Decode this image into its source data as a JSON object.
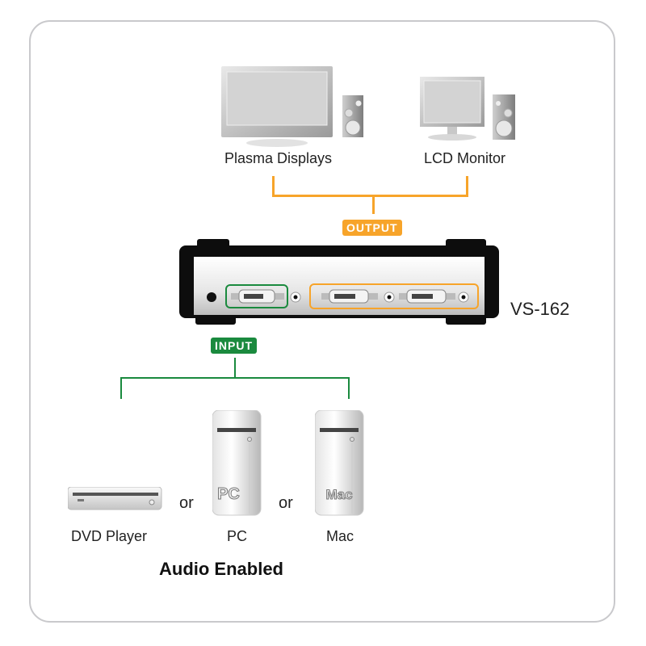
{
  "diagram": {
    "model": "VS-162",
    "outputs": [
      {
        "label": "Plasma Displays",
        "icon": "plasma-display-icon"
      },
      {
        "label": "LCD Monitor",
        "icon": "lcd-monitor-icon"
      }
    ],
    "output_tag": "OUTPUT",
    "input_tag": "INPUT",
    "inputs": [
      {
        "label": "DVD Player",
        "icon": "dvd-player-icon"
      },
      {
        "label": "PC",
        "icon": "pc-tower-icon",
        "badge": "PC"
      },
      {
        "label": "Mac",
        "icon": "mac-tower-icon",
        "badge": "Mac"
      }
    ],
    "separator": "or",
    "footer": "Audio Enabled",
    "colors": {
      "output": "#f7a42a",
      "input": "#1a8a3e",
      "frame": "#c9c9cc"
    }
  }
}
